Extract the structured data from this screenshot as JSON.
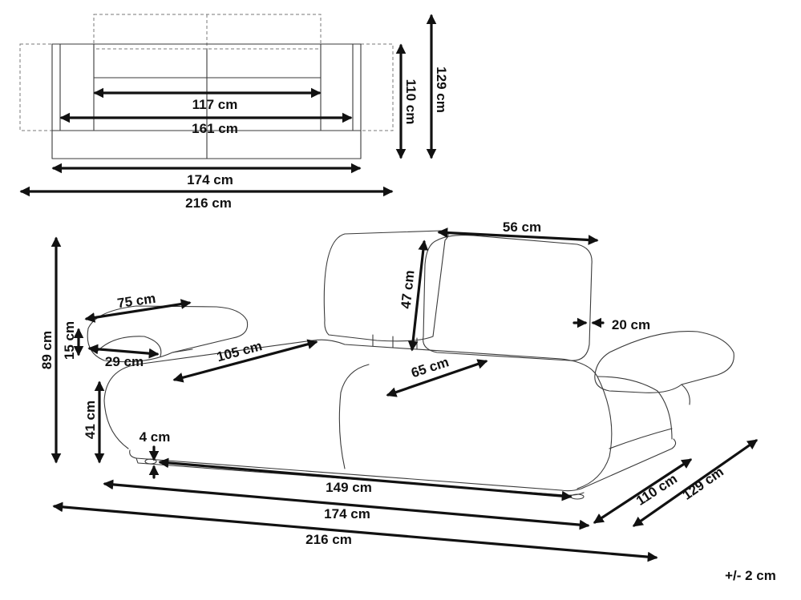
{
  "labels": {
    "top_117": "117 cm",
    "top_161": "161 cm",
    "top_174": "174 cm",
    "top_216": "216 cm",
    "top_110": "110 cm",
    "top_129": "129 cm",
    "back_56": "56 cm",
    "back_47": "47 cm",
    "back_20": "20 cm",
    "arm_75": "75 cm",
    "arm_15": "15 cm",
    "arm_29": "29 cm",
    "seat_105": "105 cm",
    "seat_65": "65 cm",
    "height_89": "89 cm",
    "seat_h_41": "41 cm",
    "leg_4": "4 cm",
    "front_149": "149 cm",
    "front_174": "174 cm",
    "front_216": "216 cm",
    "depth_110": "110 cm",
    "depth_129": "129 cm",
    "tolerance": "+/- 2 cm"
  }
}
